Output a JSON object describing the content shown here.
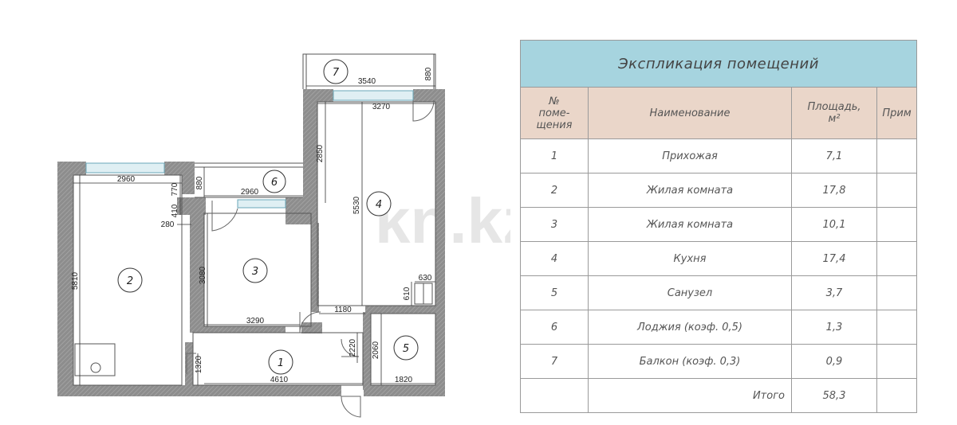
{
  "watermark": "kn.kz",
  "plan": {
    "rooms": [
      {
        "num": "1"
      },
      {
        "num": "2"
      },
      {
        "num": "3"
      },
      {
        "num": "4"
      },
      {
        "num": "5"
      },
      {
        "num": "6"
      },
      {
        "num": "7"
      }
    ],
    "dimensions": [
      "3540",
      "880",
      "3270",
      "2850",
      "5530",
      "2960",
      "770",
      "880",
      "2960",
      "410",
      "280",
      "5810",
      "3080",
      "3290",
      "1180",
      "630",
      "610",
      "2220",
      "2060",
      "4610",
      "1820",
      "1320"
    ]
  },
  "table": {
    "title": "Экспликация помещений",
    "headers": {
      "num": [
        "№",
        "поме-",
        "щения"
      ],
      "name": "Наименование",
      "area": [
        "Площадь,",
        "м²"
      ],
      "note": "Прим"
    },
    "rows": [
      {
        "num": "1",
        "name": "Прихожая",
        "area": "7,1",
        "note": ""
      },
      {
        "num": "2",
        "name": "Жилая  комната",
        "area": "17,8",
        "note": ""
      },
      {
        "num": "3",
        "name": "Жилая  комната",
        "area": "10,1",
        "note": ""
      },
      {
        "num": "4",
        "name": "Кухня",
        "area": "17,4",
        "note": ""
      },
      {
        "num": "5",
        "name": "Санузел",
        "area": "3,7",
        "note": ""
      },
      {
        "num": "6",
        "name": "Лоджия  (коэф.  0,5)",
        "area": "1,3",
        "note": ""
      },
      {
        "num": "7",
        "name": "Балкон  (коэф.  0,3)",
        "area": "0,9",
        "note": ""
      }
    ],
    "total": {
      "label": "Итого",
      "value": "58,3"
    }
  }
}
